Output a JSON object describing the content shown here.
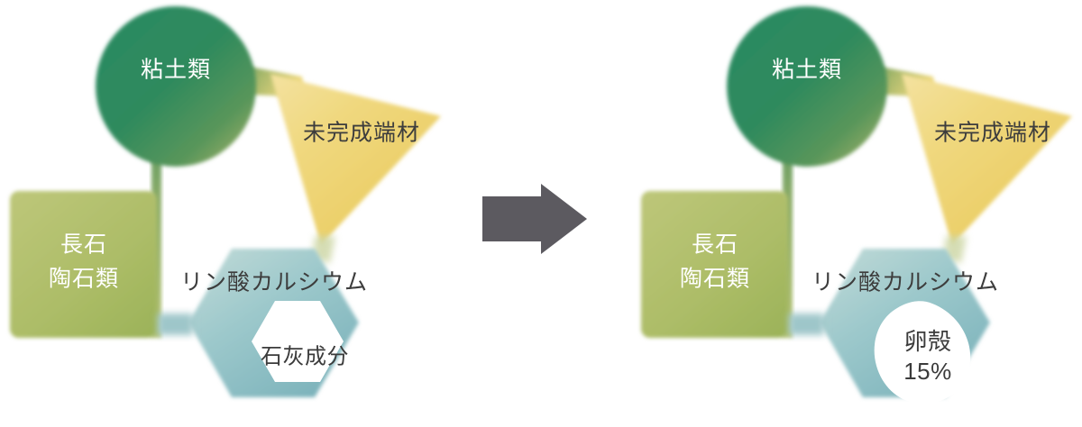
{
  "diagram": {
    "type": "process-comparison",
    "direction": "left-to-right",
    "arrow": {
      "name": "transformation-arrow",
      "glyph": "right-arrow",
      "color": "#5c5a60"
    },
    "panels": [
      {
        "id": "before",
        "shapes": [
          {
            "id": "clay-circle",
            "shape": "circle",
            "label": "粘土類",
            "text_color": "#ffffff",
            "fill_start": "#2f8a5f",
            "fill_end": "#7fa35e"
          },
          {
            "id": "feldspar-square",
            "shape": "rounded-square",
            "label_line1": "長石",
            "label_line2": "陶石類",
            "text_color": "#ffffff",
            "fill_start": "#b9c472",
            "fill_end": "#a3b85c"
          },
          {
            "id": "scrap-triangle",
            "shape": "triangle",
            "label": "未完成端材",
            "text_color": "#3d3d3d",
            "fill_start": "#f2dd88",
            "fill_end": "#eccf63"
          },
          {
            "id": "calcium-hexagon",
            "shape": "hexagon",
            "label": "リン酸カルシウム",
            "text_color": "#3d3d3d",
            "fill_start": "#a9cfd2",
            "fill_end": "#7fb7bd"
          },
          {
            "id": "lime-cutout-hexagon",
            "shape": "hexagon-cutout",
            "label": "石灰成分",
            "text_color": "#3b3b3b",
            "fill": "#ffffff"
          }
        ]
      },
      {
        "id": "after",
        "shapes": [
          {
            "id": "clay-circle",
            "shape": "circle",
            "label": "粘土類",
            "text_color": "#ffffff",
            "fill_start": "#2f8a5f",
            "fill_end": "#7fa35e"
          },
          {
            "id": "feldspar-square",
            "shape": "rounded-square",
            "label_line1": "長石",
            "label_line2": "陶石類",
            "text_color": "#ffffff",
            "fill_start": "#b9c472",
            "fill_end": "#a3b85c"
          },
          {
            "id": "scrap-triangle",
            "shape": "triangle",
            "label": "未完成端材",
            "text_color": "#3d3d3d",
            "fill_start": "#f2dd88",
            "fill_end": "#eccf63"
          },
          {
            "id": "calcium-hexagon",
            "shape": "hexagon",
            "label": "リン酸カルシウム",
            "text_color": "#3d3d3d",
            "fill_start": "#a9cfd2",
            "fill_end": "#7fb7bd"
          },
          {
            "id": "eggshell-cutout-oval",
            "shape": "egg-oval-cutout",
            "label_line1": "卵殻",
            "label_line2": "15%",
            "text_color": "#3b3b3b",
            "fill": "#ffffff"
          }
        ]
      }
    ]
  },
  "left": {
    "clay": "粘土類",
    "feldspar_line1": "長石",
    "feldspar_line2": "陶石類",
    "scrap": "未完成端材",
    "calcium": "リン酸カルシウム",
    "lime": "石灰成分"
  },
  "right": {
    "clay": "粘土類",
    "feldspar_line1": "長石",
    "feldspar_line2": "陶石類",
    "scrap": "未完成端材",
    "calcium": "リン酸カルシウム",
    "eggshell_line1": "卵殻",
    "eggshell_percent": "15%"
  }
}
